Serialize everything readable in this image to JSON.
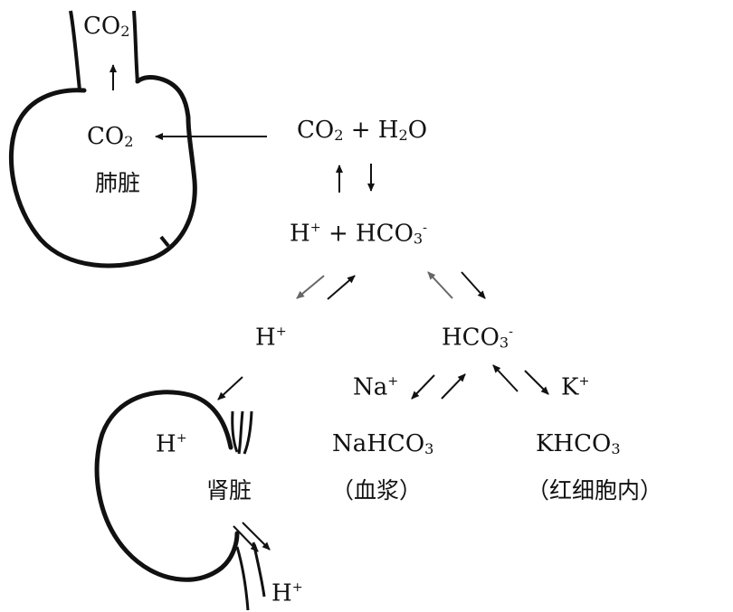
{
  "colors": {
    "ink": "#111111",
    "arrow_gray": "#666666"
  },
  "lung": {
    "co2_out": {
      "base": "CO",
      "sub": "2"
    },
    "co2_in": {
      "base": "CO",
      "sub": "2"
    },
    "name": "肺脏"
  },
  "reaction": {
    "top": {
      "a": "CO",
      "a_sub": "2",
      "plus": "+",
      "b": "H",
      "b_sub": "2",
      "b_tail": "O"
    },
    "middle": {
      "a": "H",
      "a_sup": "+",
      "plus": "+",
      "b": "HCO",
      "b_sub": "3",
      "b_sup": "-"
    }
  },
  "branches": {
    "h_ion": {
      "base": "H",
      "sup": "+"
    },
    "hco3": {
      "base": "HCO",
      "sub": "3",
      "sup": "-"
    },
    "na": {
      "base": "Na",
      "sup": "+"
    },
    "k": {
      "base": "K",
      "sup": "+"
    },
    "nahco3": {
      "base": "NaHCO",
      "sub": "3"
    },
    "khco3": {
      "base": "KHCO",
      "sub": "3"
    },
    "plasma": "（血浆）",
    "rbc": "（红细胞内）"
  },
  "kidney": {
    "h_in": {
      "base": "H",
      "sup": "+"
    },
    "name": "肾脏",
    "h_out": {
      "base": "H",
      "sup": "+"
    }
  }
}
